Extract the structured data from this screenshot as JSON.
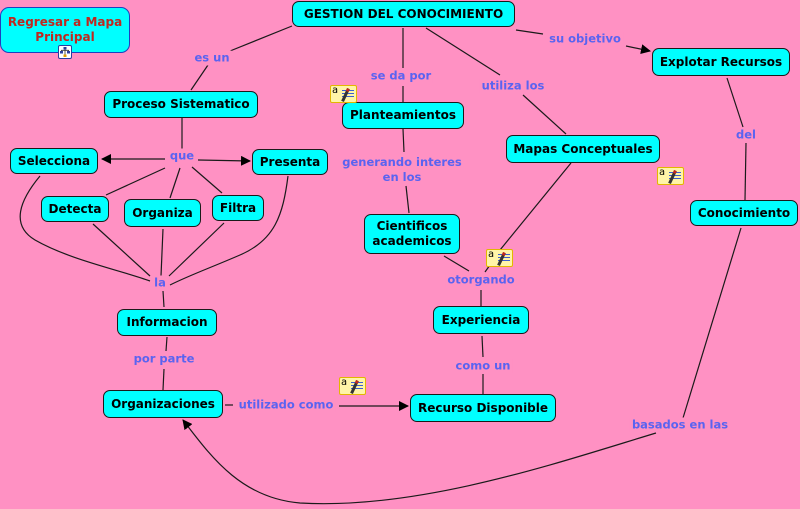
{
  "map_title": "GESTION DEL CONOCIMIENTO",
  "nav_button": {
    "label": "Regresar a Mapa Principal",
    "icon": "concept-map-icon"
  },
  "colors": {
    "background": "#ff91c3",
    "concept_fill": "#00ffff",
    "link_text": "#5a63f0",
    "nav_text": "#c0281f"
  },
  "concepts": {
    "gestion": "GESTION DEL CONOCIMIENTO",
    "proceso": "Proceso Sistematico",
    "planteamientos": "Planteamientos",
    "mapas": "Mapas Conceptuales",
    "explotar": "Explotar Recursos",
    "selecciona": "Selecciona",
    "presenta": "Presenta",
    "detecta": "Detecta",
    "organiza": "Organiza",
    "filtra": "Filtra",
    "cientificos": "Cientificos academicos",
    "conocimiento": "Conocimiento",
    "informacion": "Informacion",
    "experiencia": "Experiencia",
    "organizaciones": "Organizaciones",
    "recurso": "Recurso Disponible"
  },
  "linking_phrases": {
    "es_un": "es un",
    "se_da_por": "se da por",
    "utiliza_los": "utiliza los",
    "su_objetivo": "su objetivo",
    "que": "que",
    "generando": "generando interes en los",
    "del": "del",
    "la": "la",
    "otorgando": "otorgando",
    "por_parte": "por parte",
    "como_un": "como un",
    "utilizado_como": "utilizado como",
    "basados": "basados en las"
  },
  "annotations": [
    {
      "attached_to": "planteamientos",
      "icon": "annotation-note-icon"
    },
    {
      "attached_to": "mapas",
      "icon": "annotation-note-icon"
    },
    {
      "attached_to": "otorgando",
      "icon": "annotation-note-icon"
    },
    {
      "attached_to": "utilizado_como",
      "icon": "annotation-note-icon"
    }
  ]
}
